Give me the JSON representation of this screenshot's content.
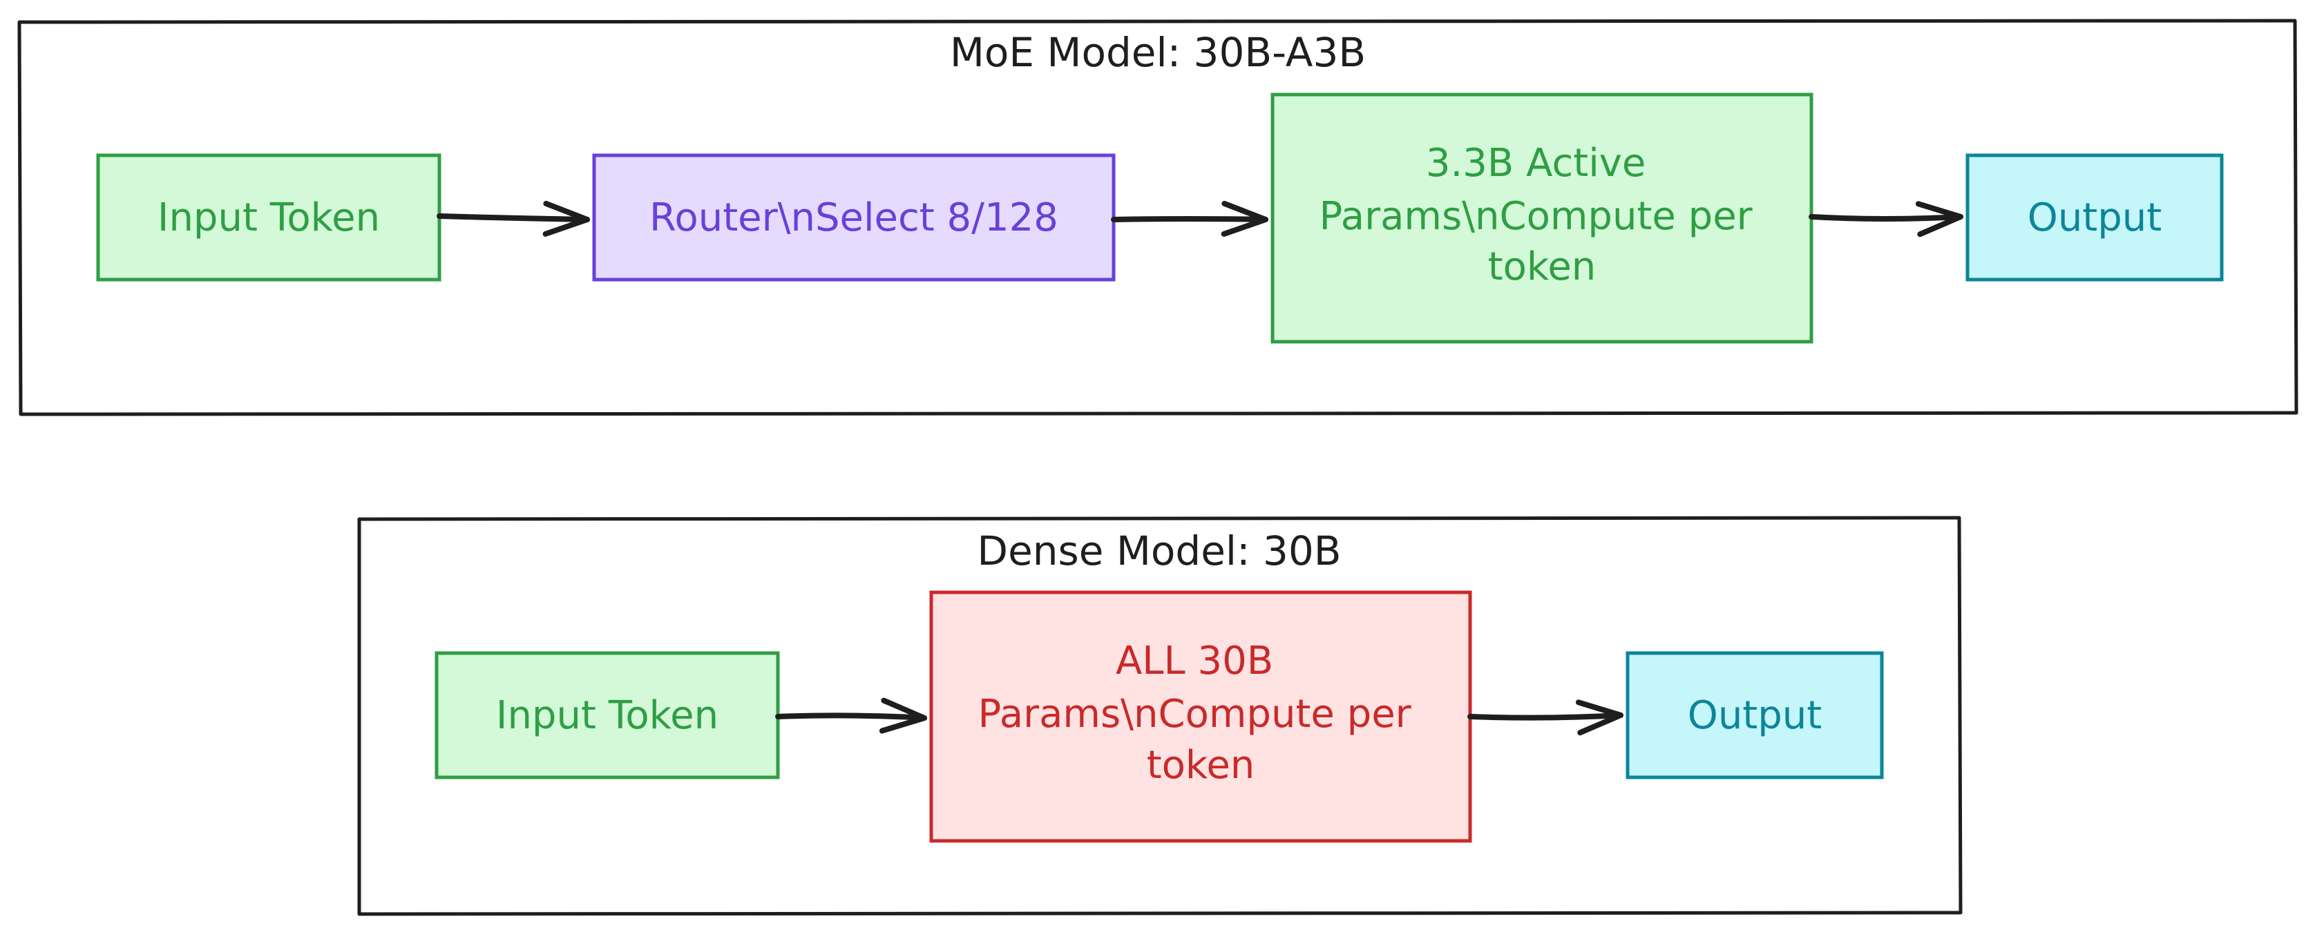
{
  "colors": {
    "stroke_dark": "#1e1e1e",
    "green_fill": "#d3f9d8",
    "green_stroke": "#2f9e44",
    "purple_fill": "#e5dbff",
    "purple_stroke": "#6741d9",
    "cyan_fill": "#c5f6fa",
    "cyan_stroke": "#0c8599",
    "red_fill": "#ffe3e3",
    "red_stroke": "#c92a2a"
  },
  "moe": {
    "title": "MoE Model: 30B-A3B",
    "input": "Input Token",
    "router": "Router\\nSelect 8/128",
    "active": [
      "3.3B Active",
      "Params\\nCompute per",
      "token"
    ],
    "output": "Output"
  },
  "dense": {
    "title": "Dense Model: 30B",
    "input": "Input Token",
    "all": [
      "ALL 30B",
      "Params\\nCompute per",
      "token"
    ],
    "output": "Output"
  }
}
